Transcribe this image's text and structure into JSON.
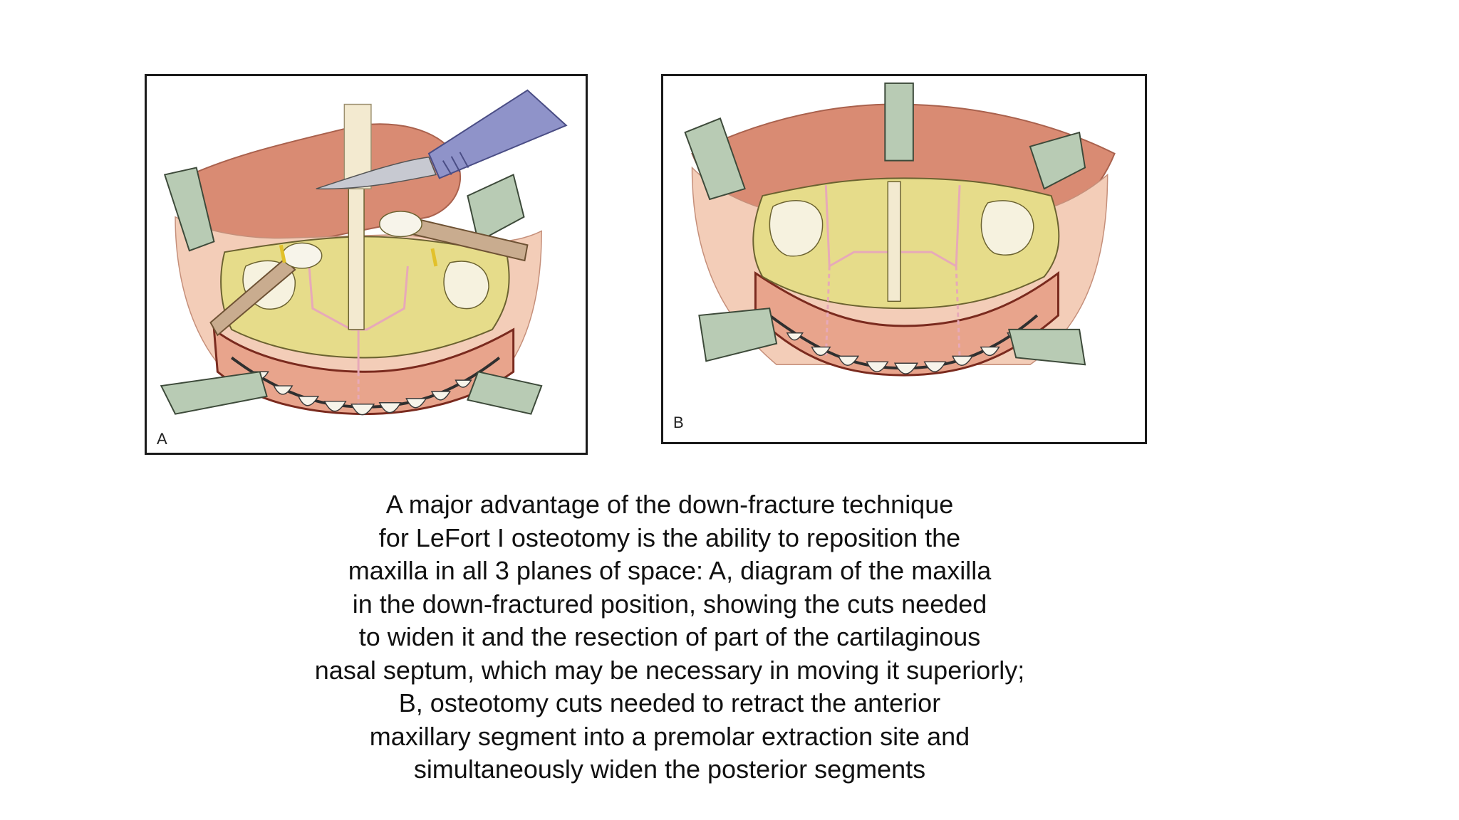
{
  "figure": {
    "panel_a": {
      "letter": "A"
    },
    "panel_b": {
      "letter": "B"
    }
  },
  "caption": {
    "lines": [
      "A major advantage of the down-fracture technique",
      "for LeFort I osteotomy is the ability to reposition the",
      "maxilla in all 3 planes of space: A, diagram of the maxilla",
      "in the down-fractured position, showing the cuts needed",
      "to widen it and the resection of part of the cartilaginous",
      "nasal septum, which may be necessary in moving it superiorly;",
      "B, osteotomy cuts needed to retract the anterior",
      "maxillary segment into a premolar extraction site and",
      "simultaneously widen the posterior segments"
    ]
  },
  "colors": {
    "soft_tissue": "#d98b73",
    "mucosa_light": "#f3cdb8",
    "bone": "#e6dc8a",
    "bone_dark": "#d7c96a",
    "retractor": "#b8cbb4",
    "scalpel": "#8f93c9",
    "sinus": "#f6f2df",
    "tooth": "#f7f4ea",
    "cut_line": "#e7a9b9"
  },
  "icons": [
    "scalpel-icon",
    "retractor-icon",
    "brace-wire-icon"
  ]
}
